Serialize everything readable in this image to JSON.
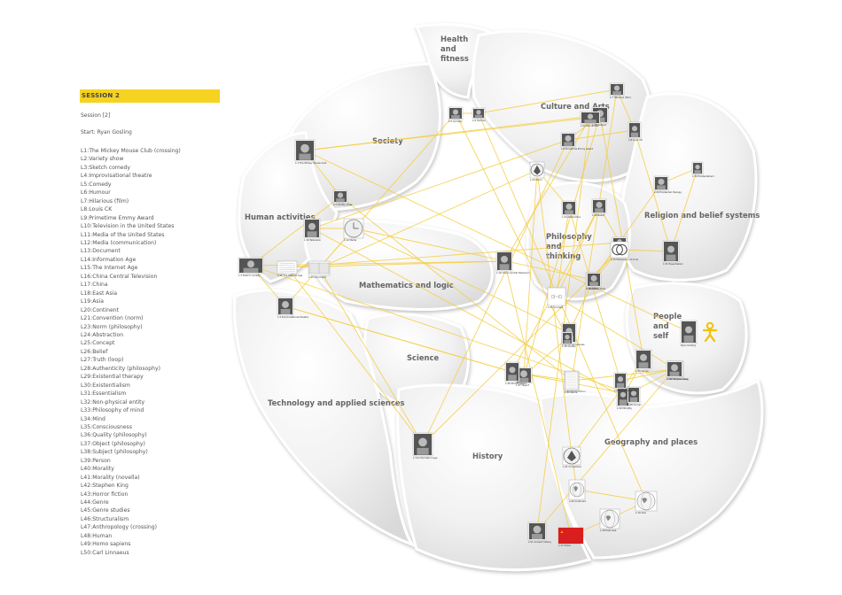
{
  "session": {
    "title": "SESSION 2",
    "name": "Session [2]",
    "start": "Start: Ryan Gosling",
    "steps": [
      "L1:The Mickey Mouse Club (crossing)",
      "L2:Variety show",
      "L3:Sketch comedy",
      "L4:Improvisational theatre",
      "L5:Comedy",
      "L6:Humour",
      "L7:Hilarious (film)",
      "L8:Louis CK",
      "L9:Primetime Emmy Award",
      "L10:Television in the United States",
      "L11:Media of the United States",
      "L12:Media (communication)",
      "L13:Document",
      "L14:Information Age",
      "L15:The Internet Age",
      "L16:China Central Television",
      "L17:China",
      "L18:East Asia",
      "L19:Asia",
      "L20:Continent",
      "L21:Convention (norm)",
      "L23:Norm (philosophy)",
      "L24:Abstraction",
      "L25:Concept",
      "L26:Belief",
      "L27:Truth (loop)",
      "L28:Authenticity (philosophy)",
      "L29:Existential therapy",
      "L30:Existentialism",
      "L31:Essentialism",
      "L32:Non-physical entity",
      "L33:Philosophy of mind",
      "L34:Mind",
      "L35:Consciousness",
      "L36:Quality (philosophy)",
      "L37:Object (philosophy)",
      "L38:Subject (philosophy)",
      "L39:Person",
      "L40:Morality",
      "L41:Morality (novella)",
      "L42:Stephen King",
      "L43:Horror fiction",
      "L44:Genre",
      "L45:Genre studies",
      "L46:Structuralism",
      "L47:Anthropology (crossing)",
      "L48:Human",
      "L49:Homo sapiens",
      "L50:Carl Linnaeus"
    ]
  },
  "regions": [
    {
      "id": "health",
      "lines": [
        "Health",
        "and",
        "fitness"
      ]
    },
    {
      "id": "culture",
      "lines": [
        "Culture and Arts"
      ]
    },
    {
      "id": "society",
      "lines": [
        "Society"
      ]
    },
    {
      "id": "religion",
      "lines": [
        "Religion and belief systems"
      ]
    },
    {
      "id": "human",
      "lines": [
        "Human activities"
      ]
    },
    {
      "id": "philosophy",
      "lines": [
        "Philosophy",
        "and",
        "thinking"
      ]
    },
    {
      "id": "math",
      "lines": [
        "Mathematics and logic"
      ]
    },
    {
      "id": "people",
      "lines": [
        "People",
        "and",
        "self"
      ]
    },
    {
      "id": "science",
      "lines": [
        "Science"
      ]
    },
    {
      "id": "tech",
      "lines": [
        "Technology and applied sciences"
      ]
    },
    {
      "id": "geo",
      "lines": [
        "Geography and places"
      ]
    },
    {
      "id": "history",
      "lines": [
        "History"
      ]
    }
  ],
  "colors": {
    "accent": "#f6d321",
    "edge": "#f4cc3f",
    "region_fill": "#eeeeee",
    "region_label": "#666666",
    "start_person_icon": "#f2c200"
  },
  "nodes": [
    {
      "id": "n1",
      "label": "L:1 The Mickey Mouse Club",
      "icon": "photo"
    },
    {
      "id": "n2",
      "label": "L:2 Variety show",
      "icon": "photo"
    },
    {
      "id": "n3",
      "label": "L:3 Sketch comedy",
      "icon": "photo"
    },
    {
      "id": "n4",
      "label": "L:4 Improvisational theatre",
      "icon": "photo"
    },
    {
      "id": "n5",
      "label": "L:5 Comedy",
      "icon": "photo"
    },
    {
      "id": "n6",
      "label": "L:6 Humour",
      "icon": "photo"
    },
    {
      "id": "n7",
      "label": "L:7 Hilarious (film)",
      "icon": "photo"
    },
    {
      "id": "n8",
      "label": "L:8 Louis CK",
      "icon": "photo"
    },
    {
      "id": "n9",
      "label": "L:9 Primetime Emmy Award",
      "icon": "photo"
    },
    {
      "id": "n10",
      "label": "L:10 Television",
      "icon": "photo"
    },
    {
      "id": "n12",
      "label": "L:12 Media",
      "icon": "clock"
    },
    {
      "id": "n13",
      "label": "L:13 Document",
      "icon": "book"
    },
    {
      "id": "n14",
      "label": "L:14 Information Age",
      "icon": "photo"
    },
    {
      "id": "n15",
      "label": "L:15 The Internet Age",
      "icon": "lines"
    },
    {
      "id": "n16",
      "label": "L:16 China Central Television",
      "icon": "photo"
    },
    {
      "id": "n17",
      "label": "L:17 China",
      "icon": "flag"
    },
    {
      "id": "n18",
      "label": "L:18 East Asia",
      "icon": "globe"
    },
    {
      "id": "n19",
      "label": "L:19 Asia",
      "icon": "globe"
    },
    {
      "id": "n20",
      "label": "L:20 Continent",
      "icon": "globe"
    },
    {
      "id": "n21",
      "label": "L:21 Convention",
      "icon": "seal"
    },
    {
      "id": "n23",
      "label": "L:23 Norm",
      "icon": "seal"
    },
    {
      "id": "n24",
      "label": "L:24 Abstraction",
      "icon": "photo"
    },
    {
      "id": "n25",
      "label": "L:25 Concept",
      "icon": "diagram"
    },
    {
      "id": "n26",
      "label": "L:26 Belief",
      "icon": "photo"
    },
    {
      "id": "n27",
      "label": "L:27 Truth",
      "icon": "photo"
    },
    {
      "id": "n28",
      "label": "L:28 Authenticity",
      "icon": "photo"
    },
    {
      "id": "n29",
      "label": "L:29 Existential therapy",
      "icon": "photo"
    },
    {
      "id": "n30",
      "label": "L:30 Existentialism",
      "icon": "photo"
    },
    {
      "id": "n31",
      "label": "L:31 Essentialism",
      "icon": "photo"
    },
    {
      "id": "n33",
      "label": "L:33 Philosophy of mind",
      "icon": "venn"
    },
    {
      "id": "n34",
      "label": "L:34 Mind",
      "icon": "photo"
    },
    {
      "id": "n35",
      "label": "L:35 Consciousness",
      "icon": "photo"
    },
    {
      "id": "n36",
      "label": "L:36 Quality",
      "icon": "photo"
    },
    {
      "id": "n37",
      "label": "L:37 Object",
      "icon": "photo"
    },
    {
      "id": "n38",
      "label": "L:38 Subject",
      "icon": "photo"
    },
    {
      "id": "n39",
      "label": "L:39 Person",
      "icon": "photo"
    },
    {
      "id": "n40",
      "label": "L:40 Morality",
      "icon": "photo"
    },
    {
      "id": "n42",
      "label": "L:42 Stephen King",
      "icon": "photo"
    },
    {
      "id": "n43",
      "label": "L:43 Horror fiction",
      "icon": "photo"
    },
    {
      "id": "n44",
      "label": "L:44 Genre",
      "icon": "document"
    },
    {
      "id": "n46",
      "label": "L:46 Structuralism",
      "icon": "photo"
    },
    {
      "id": "n48",
      "label": "L:48 Human",
      "icon": "photo"
    },
    {
      "id": "n49",
      "label": "L:49 Homo sapiens",
      "icon": "photo"
    },
    {
      "id": "n50",
      "label": "L:50 Carl Linnaeus",
      "icon": "photo"
    },
    {
      "id": "n51",
      "label": "L:51 Ancient history",
      "icon": "photo"
    },
    {
      "id": "n52",
      "label": "L:52 Monument",
      "icon": "photo"
    },
    {
      "id": "start",
      "label": "Ryan Gosling",
      "icon": "photo"
    }
  ]
}
